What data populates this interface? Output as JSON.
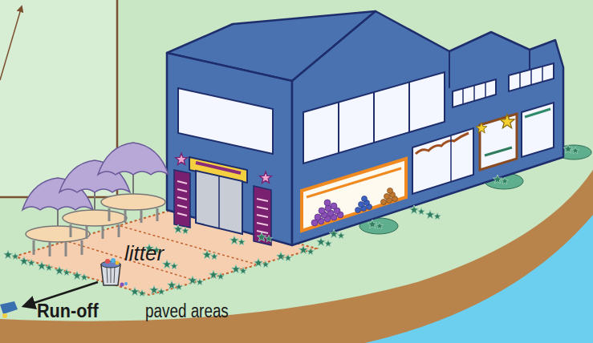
{
  "diagram": {
    "labels": [
      "litter",
      "Run-off",
      "paved areas"
    ]
  }
}
